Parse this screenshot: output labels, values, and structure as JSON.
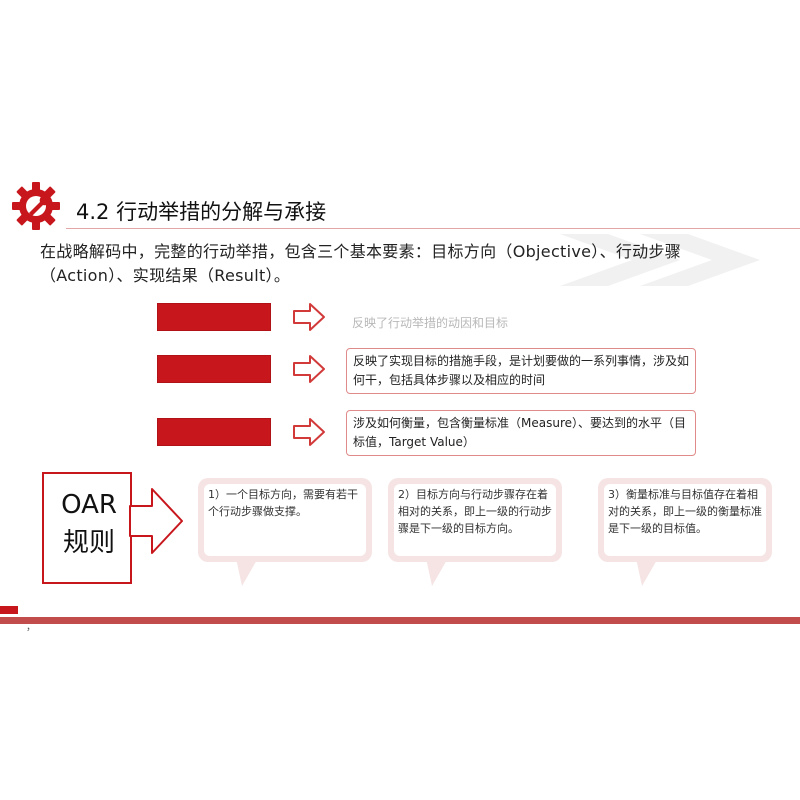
{
  "title": "4.2 行动举措的分解与承接",
  "intro": "在战略解码中，完整的行动举措，包含三个基本要素：目标方向（Objective）、行动步骤（Action）、实现结果（Result）。",
  "rows": [
    {
      "desc": "反映了行动举措的动因和目标"
    },
    {
      "desc": "反映了实现目标的措施手段，是计划要做的一系列事情，涉及如何干，包括具体步骤以及相应的时间"
    },
    {
      "desc": "涉及如何衡量，包含衡量标准（Measure）、要达到的水平（目标值，Target Value）"
    }
  ],
  "oar": {
    "line1": "OAR",
    "line2": "规则"
  },
  "bubbles": [
    {
      "text": "1）一个目标方向，需要有若干个行动步骤做支撑。"
    },
    {
      "text": "2）目标方向与行动步骤存在着相对的关系，即上一级的行动步骤是下一级的目标方向。"
    },
    {
      "text": "3）衡量标准与目标值存在着相对的关系，即上一级的衡量标准是下一级的目标值。"
    }
  ],
  "footer": {
    "mark": "，"
  },
  "colors": {
    "accent": "#c8161d",
    "bubble_bg": "#f6e4e4",
    "rule": "#c24c4c"
  }
}
